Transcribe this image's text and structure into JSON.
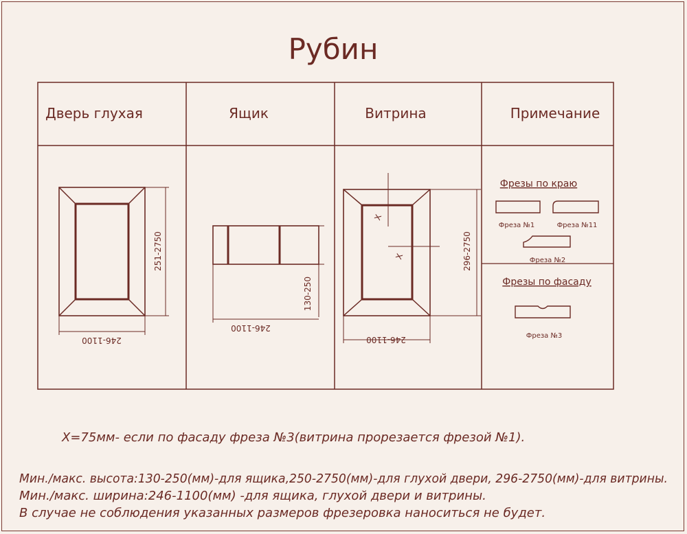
{
  "title": "Рубин",
  "columns": {
    "door": "Дверь глухая",
    "drawer": "Ящик",
    "showcase": "Витрина",
    "note": "Примечание"
  },
  "dimensions": {
    "door_height": "251-2750",
    "door_width": "246-1100",
    "drawer_height": "130-250",
    "drawer_width": "246-1100",
    "showcase_height": "296-2750",
    "showcase_width": "246-1100",
    "x_label": "X"
  },
  "cutters": {
    "edge_heading": "Фрезы по краю",
    "edge_1": "Фреза №1",
    "edge_11": "Фреза №11",
    "edge_2": "Фреза №2",
    "facade_heading": "Фрезы по фасаду",
    "facade_3": "Фреза №3"
  },
  "notes": {
    "x_note": "X=75мм- если по фасаду фреза №3(витрина прорезается фрезой №1).",
    "line1": "Мин./макс. высота:130-250(мм)-для ящика,250-2750(мм)-для глухой двери, 296-2750(мм)-для витрины.",
    "line2": "Мин./макс. ширина:246-1100(мм) -для ящика, глухой двери и витрины.",
    "line3": "В случае не соблюдения указанных размеров фрезеровка наноситься не будет."
  }
}
